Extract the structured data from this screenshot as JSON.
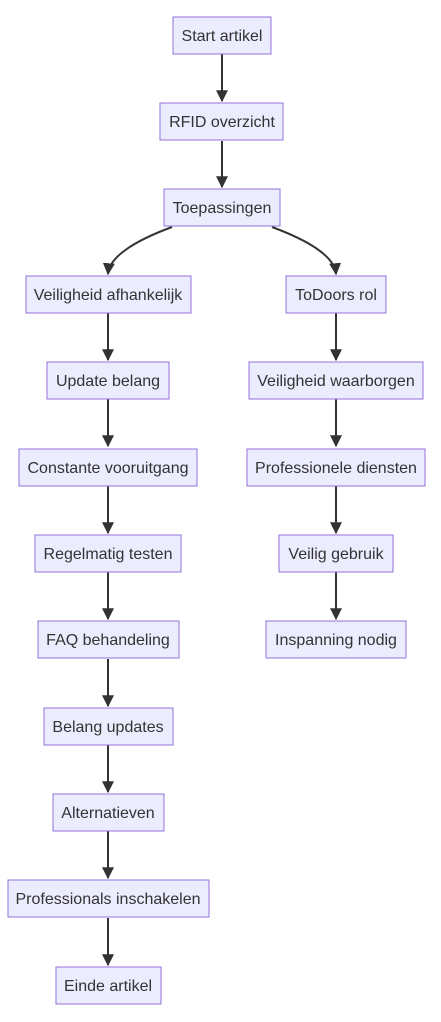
{
  "colors": {
    "node_fill": "#ececff",
    "node_border": "#9370db",
    "edge": "#333333",
    "text": "#333333",
    "background": "#ffffff"
  },
  "nodes": {
    "start": "Start artikel",
    "rfid": "RFID overzicht",
    "toepassingen": "Toepassingen",
    "veiligheid_afhankelijk": "Veiligheid afhankelijk",
    "todoors_rol": "ToDoors rol",
    "update_belang": "Update belang",
    "veiligheid_waarborgen": "Veiligheid waarborgen",
    "constante_vooruitgang": "Constante vooruitgang",
    "professionele_diensten": "Professionele diensten",
    "regelmatig_testen": "Regelmatig testen",
    "veilig_gebruik": "Veilig gebruik",
    "faq_behandeling": "FAQ behandeling",
    "inspanning_nodig": "Inspanning nodig",
    "belang_updates": "Belang updates",
    "alternatieven": "Alternatieven",
    "professionals_inschakelen": "Professionals inschakelen",
    "einde": "Einde artikel"
  },
  "edges": [
    [
      "start",
      "rfid"
    ],
    [
      "rfid",
      "toepassingen"
    ],
    [
      "toepassingen",
      "veiligheid_afhankelijk"
    ],
    [
      "toepassingen",
      "todoors_rol"
    ],
    [
      "veiligheid_afhankelijk",
      "update_belang"
    ],
    [
      "update_belang",
      "constante_vooruitgang"
    ],
    [
      "constante_vooruitgang",
      "regelmatig_testen"
    ],
    [
      "regelmatig_testen",
      "faq_behandeling"
    ],
    [
      "faq_behandeling",
      "belang_updates"
    ],
    [
      "belang_updates",
      "alternatieven"
    ],
    [
      "alternatieven",
      "professionals_inschakelen"
    ],
    [
      "professionals_inschakelen",
      "einde"
    ],
    [
      "todoors_rol",
      "veiligheid_waarborgen"
    ],
    [
      "veiligheid_waarborgen",
      "professionele_diensten"
    ],
    [
      "professionele_diensten",
      "veilig_gebruik"
    ],
    [
      "veilig_gebruik",
      "inspanning_nodig"
    ]
  ]
}
